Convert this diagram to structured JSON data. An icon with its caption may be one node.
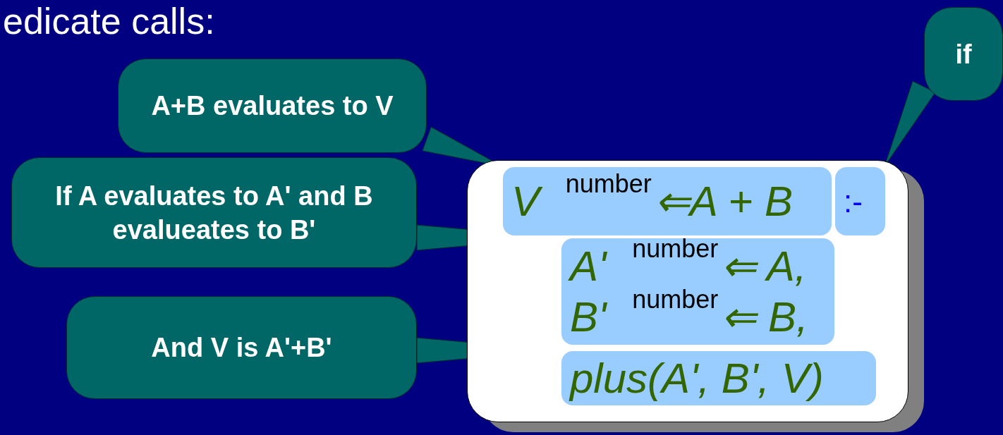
{
  "diagram": {
    "nodes": [
      {
        "text": [],
        "shape": "box"
      },
      {
        "text": [
          "V $^{number}$⇐A + B"
        ],
        "in": 0
      },
      {
        "text": [
          ":-"
        ],
        "in": 0
      },
      {
        "text": [
          "A' $^{number}$⇐ A,",
          "B' $^{number}$⇐ B,"
        ],
        "in": 0
      },
      {
        "text": [
          "plus(A', B', V)"
        ],
        "in": 0
      },
      {
        "text": [
          "A+B evaluates to V"
        ]
      },
      {
        "text": [
          "If A evaluates to A' and B evalueates to B'"
        ]
      },
      {
        "text": [
          "And V is A'+B'"
        ]
      },
      {
        "text": [
          "if"
        ]
      }
    ],
    "edges": [
      {
        "from": 5,
        "to": 1,
        "arrow": "none"
      },
      {
        "from": 6,
        "to": 3,
        "arrow": "none"
      },
      {
        "from": 7,
        "to": 4,
        "arrow": "none"
      },
      {
        "from": 8,
        "to": 2,
        "arrow": "none"
      }
    ],
    "labels": [
      "edicate calls:"
    ]
  }
}
